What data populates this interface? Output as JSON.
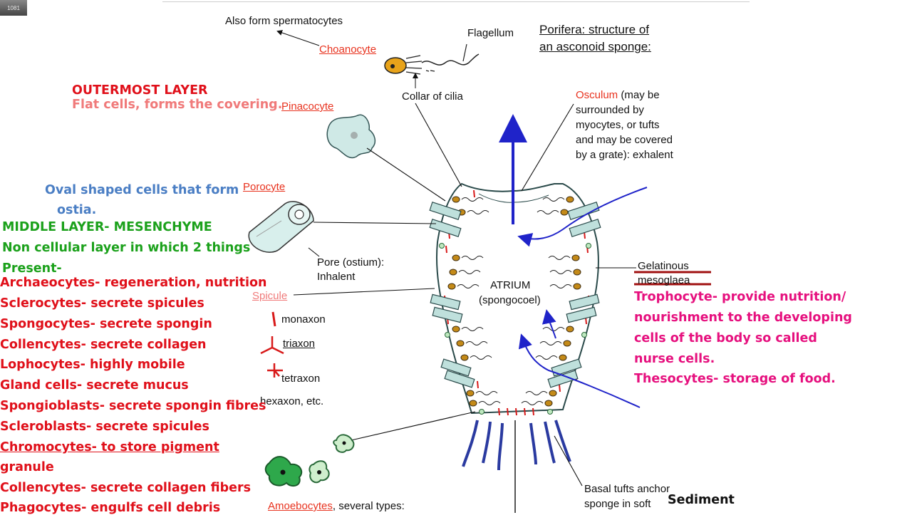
{
  "badge": "1081",
  "title": {
    "line1": "Porifera: structure of",
    "line2": "an asconoid sponge:"
  },
  "labels": {
    "also_form": "Also form spermatocytes",
    "flagellum": "Flagellum",
    "choanocyte": "Choanocyte",
    "collar": "Collar of cilia",
    "pinacocyte": "Pinacocyte",
    "porocyte": "Porocyte",
    "osculum_name": "Osculum",
    "osculum_desc": [
      " (may be",
      "surrounded by",
      "myocytes, or tufts",
      "and may be covered",
      "by a grate): exhalent"
    ],
    "pore": [
      "Pore (ostium):",
      "Inhalent"
    ],
    "atrium": [
      "ATRIUM",
      "(spongocoel)"
    ],
    "gelatinous": "Gelatinous",
    "mesoglea": "mesoglaea",
    "spicule": "Spicule",
    "monaxon": "monaxon",
    "triaxon": "triaxon",
    "tetraxon": "tetraxon",
    "hexaxon": "hexaxon, etc.",
    "amoebocytes": "Amoebocytes",
    "amoebocytes_rest": ", several types:",
    "basal": [
      "Basal tufts anchor",
      "sponge in soft"
    ],
    "sediment": "Sediment"
  },
  "annotations": {
    "outermost_title": "OUTERMOST LAYER",
    "outermost_desc": "Flat cells, forms the covering.",
    "oval_line1": "Oval shaped cells that form",
    "oval_line2": "ostia.",
    "middle_title": "MIDDLE LAYER- MESENCHYME",
    "middle_desc1": "Non cellular layer in which 2 things",
    "middle_desc2": "Present-",
    "cells": [
      "Archaeocytes- regeneration, nutrition",
      "Sclerocytes- secrete spicules",
      "Spongocytes- secrete spongin",
      "Collencytes- secrete collagen",
      "Lophocytes- highly mobile",
      "Gland cells- secrete mucus",
      "Spongioblasts- secrete spongin fibres",
      "Scleroblasts- secrete spicules",
      "Chromocytes- to store pigment",
      "granule",
      "Collencytes- secrete collagen fibers",
      "Phagocytes- engulfs cell debris"
    ],
    "tropho": [
      "Trophocyte- provide nutrition/",
      "nourishment to the developing",
      "cells of the body so called",
      "nurse cells.",
      "Thesocytes- storage of food."
    ]
  },
  "colors": {
    "red": "#e0101a",
    "green": "#1ba11b",
    "blue": "#4a7ec4",
    "pink": "#e6107e",
    "salmon": "#f07a7a",
    "flow_arrow": "#1f23c9",
    "basal_tufts": "#2a3aa0",
    "pinacocyte_fill": "#cfe9e6"
  }
}
